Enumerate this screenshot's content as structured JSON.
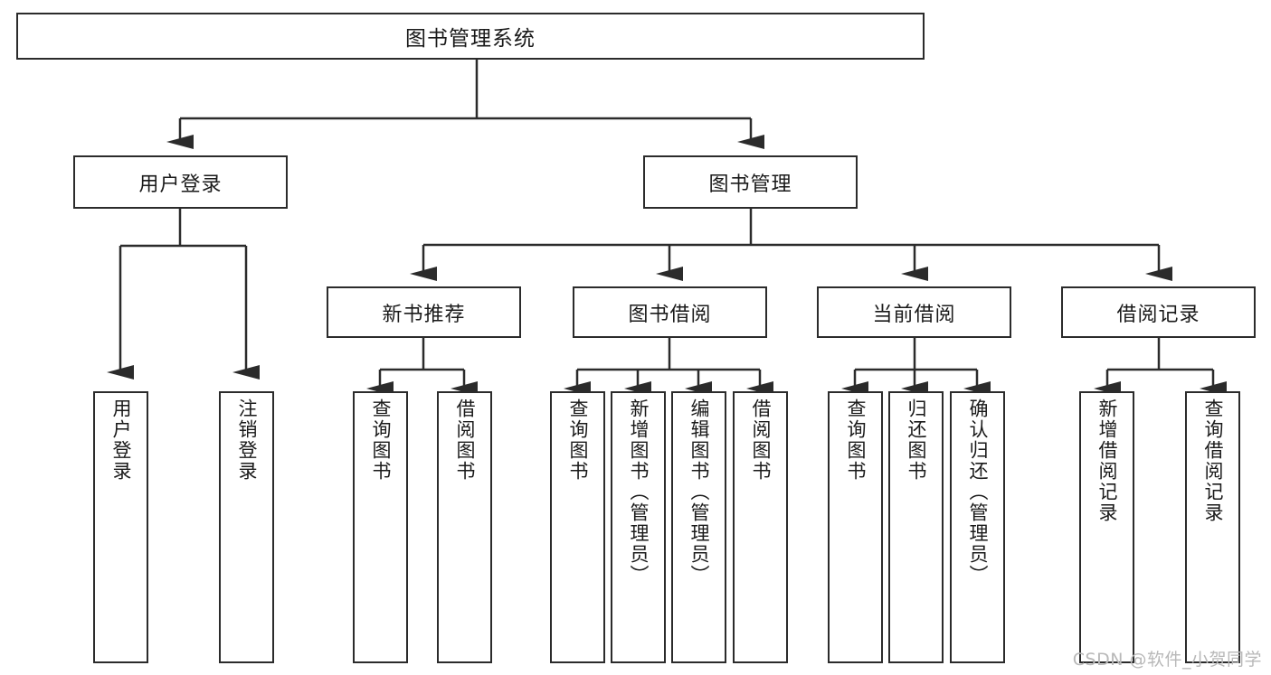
{
  "diagram": {
    "title": "图书管理系统",
    "root": {
      "label": "图书管理系统"
    },
    "branches": [
      {
        "label": "用户登录"
      },
      {
        "label": "图书管理"
      },
      {
        "label": "新书推荐"
      },
      {
        "label": "图书借阅"
      },
      {
        "label": "当前借阅"
      },
      {
        "label": "借阅记录"
      }
    ],
    "leaves": [
      {
        "label": "用户登录"
      },
      {
        "label": "注销登录"
      },
      {
        "label": "查询图书"
      },
      {
        "label": "借阅图书"
      },
      {
        "label": "查询图书"
      },
      {
        "label": "新增图书（管理员）"
      },
      {
        "label": "编辑图书（管理员）"
      },
      {
        "label": "借阅图书"
      },
      {
        "label": "查询图书"
      },
      {
        "label": "归还图书"
      },
      {
        "label": "确认归还（管理员）"
      },
      {
        "label": "新增借阅记录"
      },
      {
        "label": "查询借阅记录"
      }
    ]
  },
  "watermark": {
    "text": "CSDN @软件_小贺同学"
  },
  "colors": {
    "stroke": "#2b2b2b",
    "background": "#ffffff",
    "text": "#1a1a1a",
    "watermark": "#b8b8b8"
  }
}
